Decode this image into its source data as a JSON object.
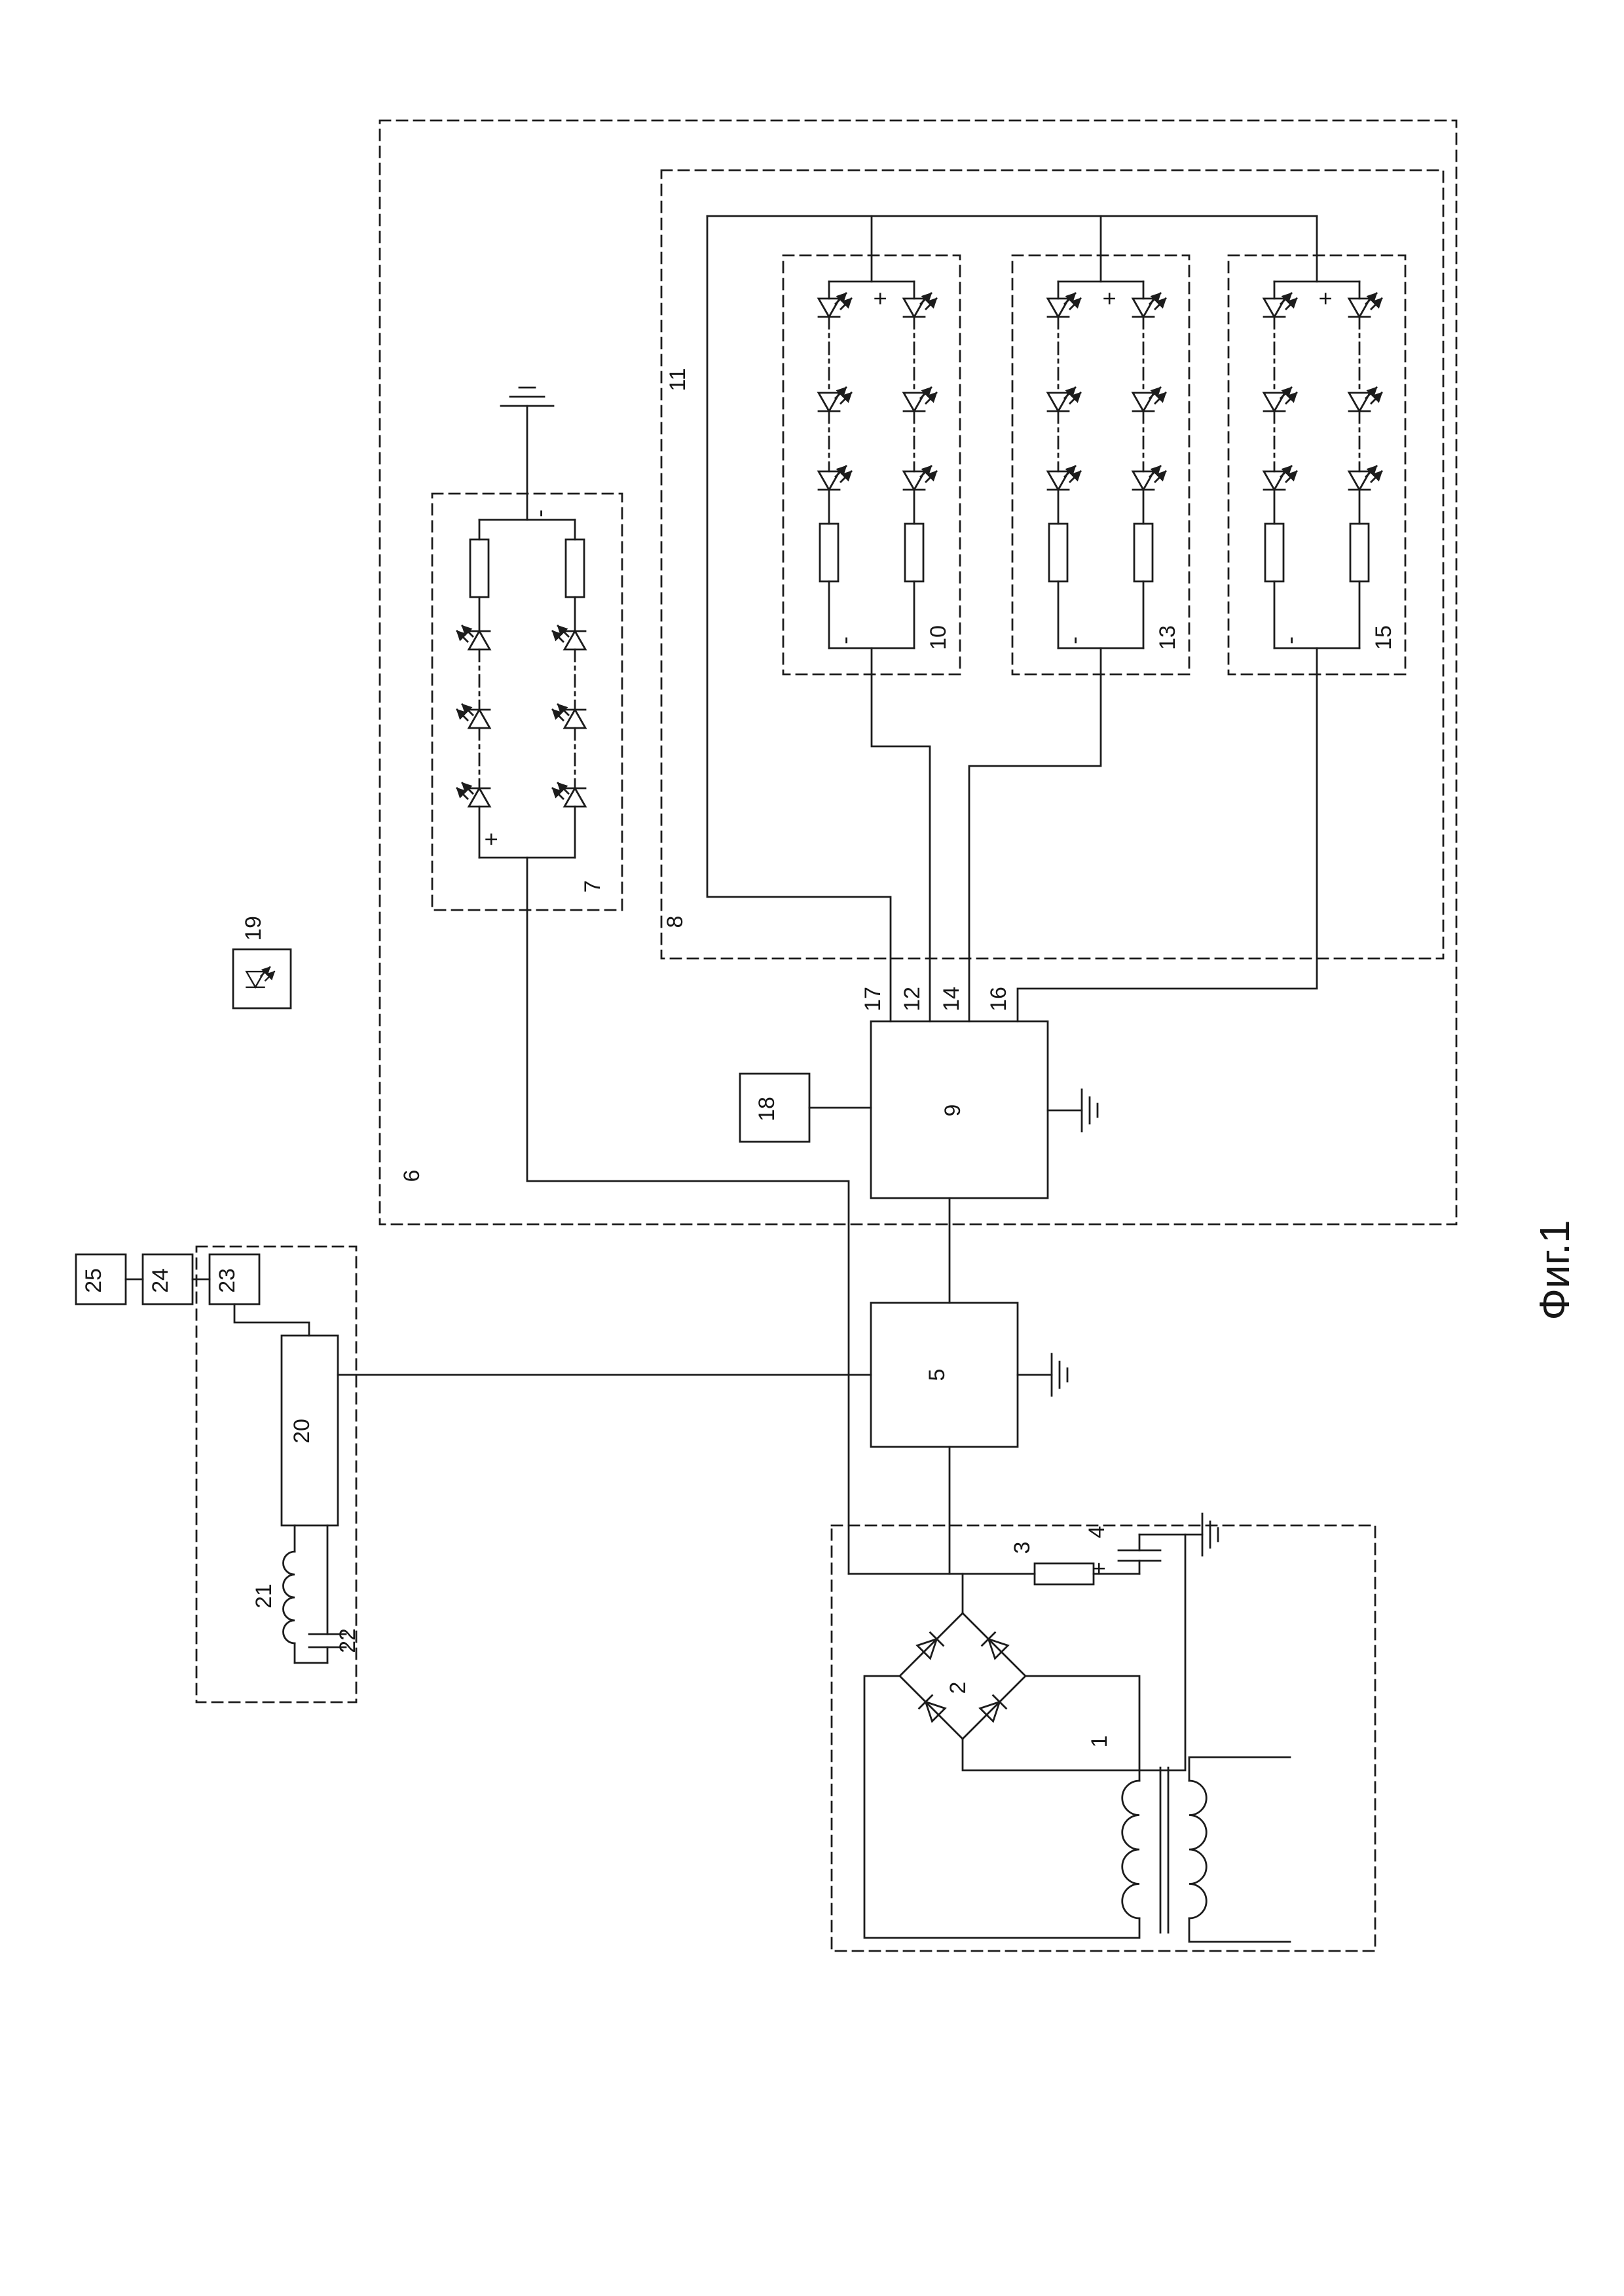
{
  "figure": {
    "caption": "Фиг.1"
  },
  "labels": {
    "n1": "1",
    "n2": "2",
    "n3": "3",
    "n4": "4",
    "n5": "5",
    "n6": "6",
    "n7": "7",
    "n8": "8",
    "n9": "9",
    "n10": "10",
    "n11": "11",
    "n12": "12",
    "n13": "13",
    "n14": "14",
    "n15": "15",
    "n16": "16",
    "n17": "17",
    "n18": "18",
    "n19": "19",
    "n20": "20",
    "n21": "21",
    "n22": "22",
    "n23": "23",
    "n24": "24",
    "n25": "25"
  },
  "polarity": {
    "plus": "+",
    "minus": "-"
  }
}
